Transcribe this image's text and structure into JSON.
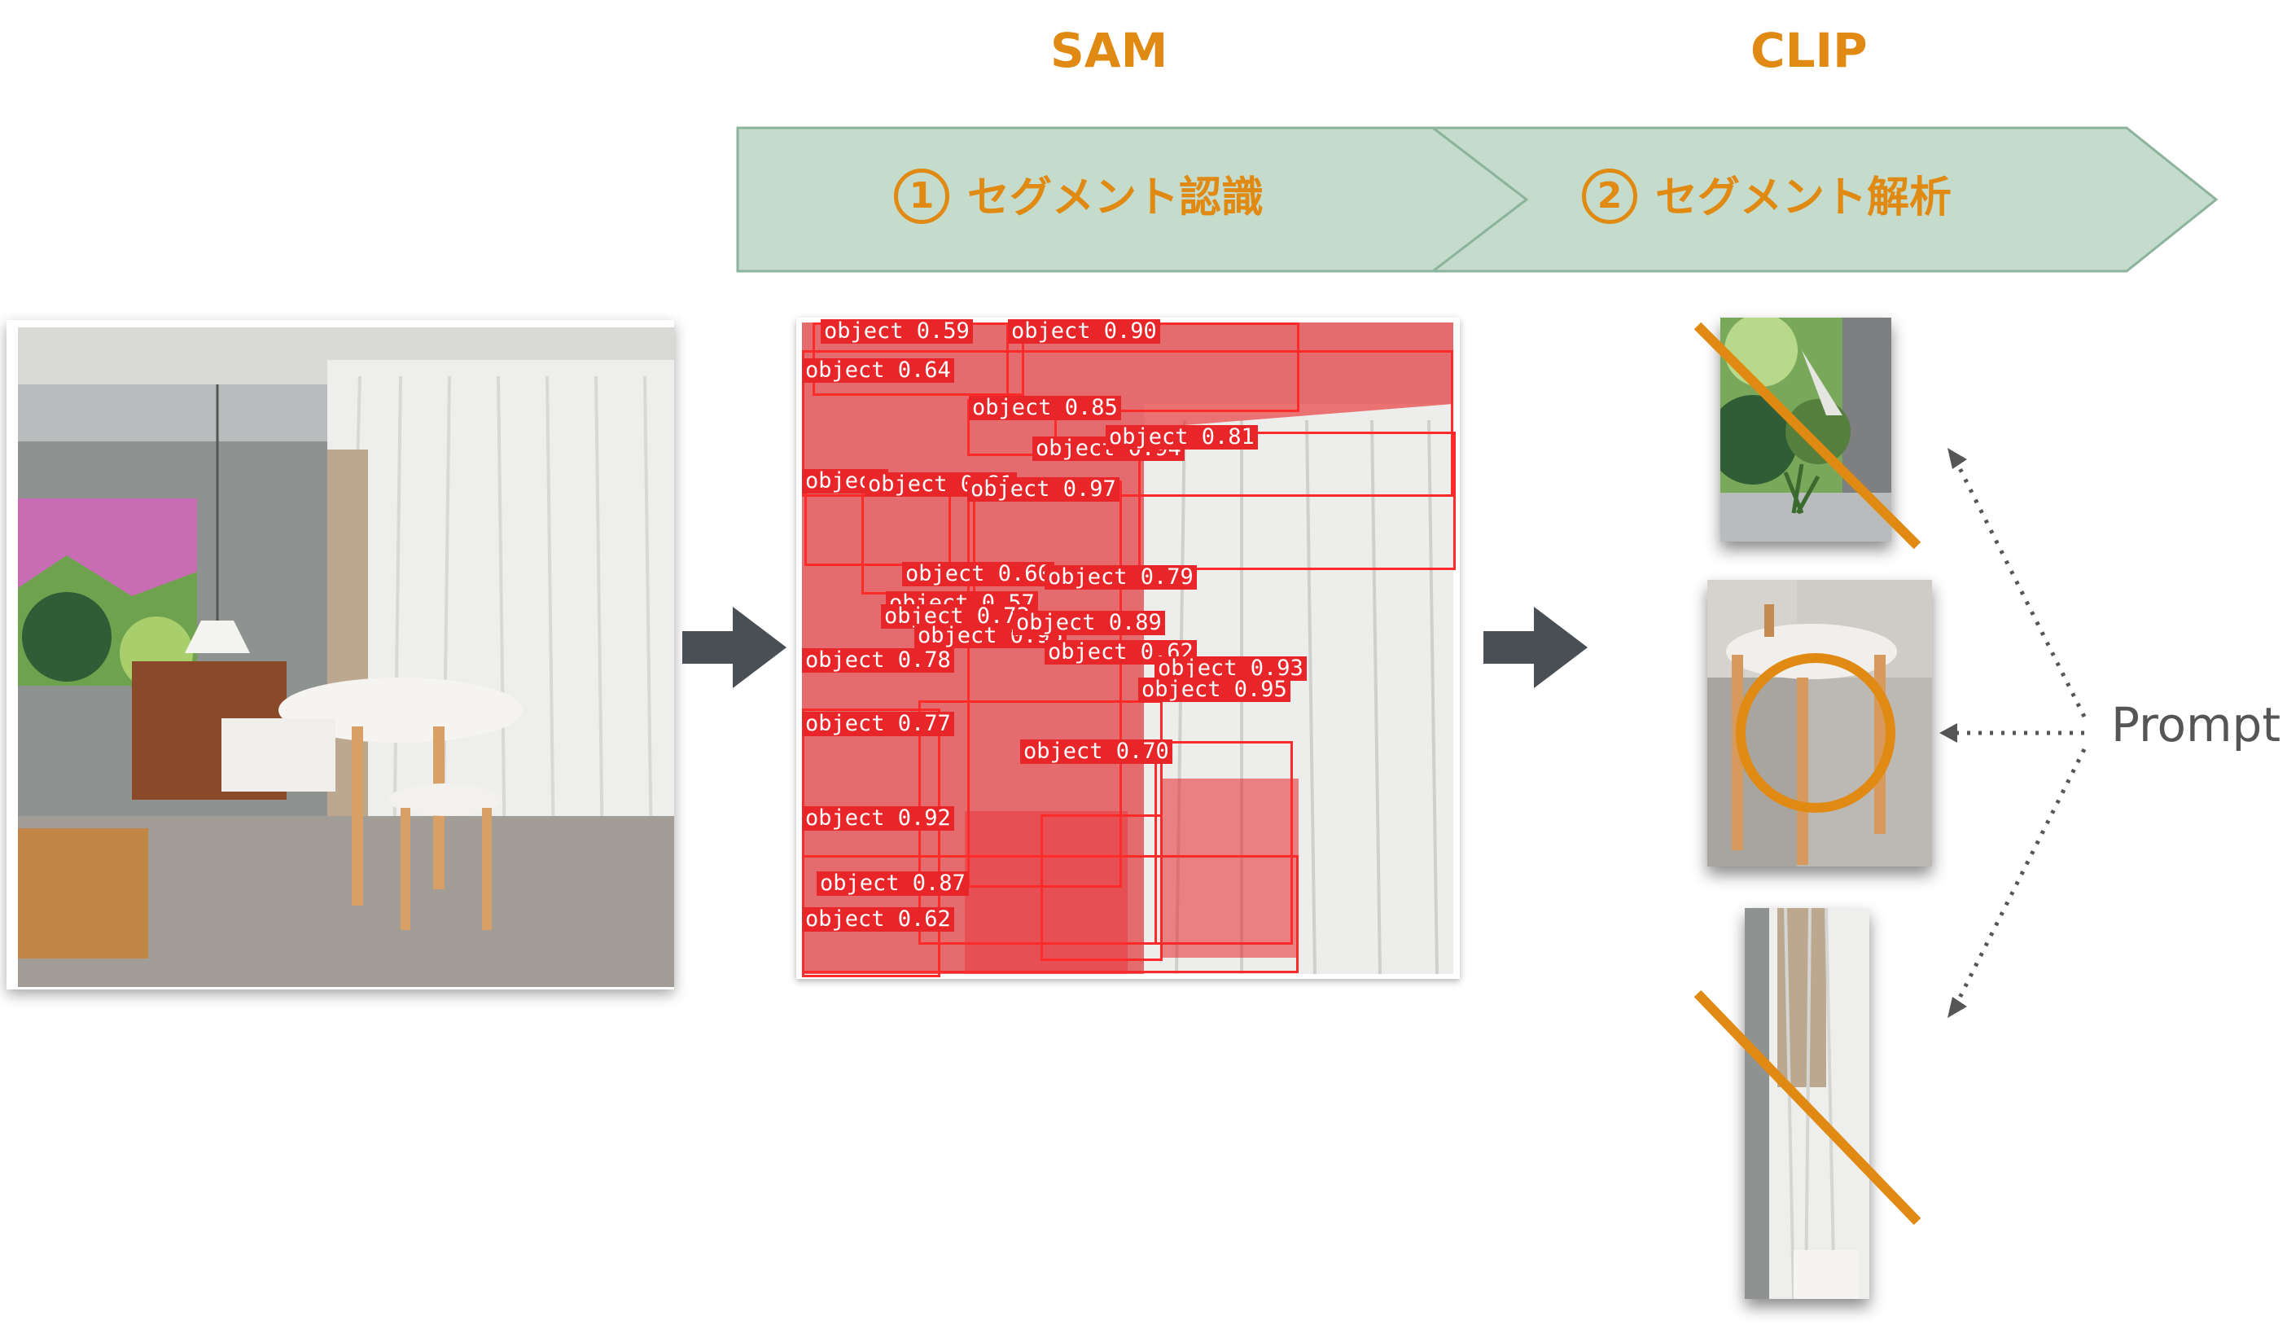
{
  "stages": {
    "sam": "SAM",
    "clip": "CLIP"
  },
  "steps": [
    {
      "number": "1",
      "label": "セグメント認識"
    },
    {
      "number": "2",
      "label": "セグメント解析"
    }
  ],
  "detections": [
    "object 0.59",
    "object 0.90",
    "object 0.64",
    "object 0.85",
    "object 0.94",
    "object 0.81",
    "object",
    "object 0.81",
    "object 0.97",
    "object 0.60",
    "object 0.79",
    "object 0.57",
    "object 0.73",
    "object 0.95",
    "object 0.89",
    "object 0.62",
    "object 0.78",
    "object 0.93",
    "object 0.95",
    "object 0.77",
    "object 0.70",
    "object 0.92",
    "object 0.87",
    "object 0.62"
  ],
  "prompt": "Prompt",
  "colors": {
    "accent": "#e08a13",
    "banner": "#c5dccc",
    "banner_border": "#8cb49c",
    "mask": "#e8262a",
    "arrow": "#4a4f55"
  }
}
